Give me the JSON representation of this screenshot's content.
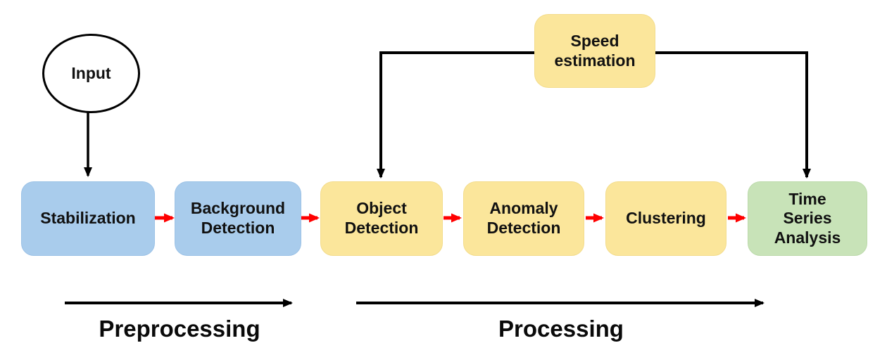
{
  "diagram": {
    "nodes": {
      "input": {
        "label": "Input",
        "shape": "ellipse",
        "fill": "#FFFFFF"
      },
      "stabilization": {
        "label": "Stabilization",
        "fill": "#A9CCEC"
      },
      "background_detection": {
        "label": "Background Detection",
        "lines": [
          "Background",
          "Detection"
        ],
        "fill": "#A9CCEC"
      },
      "object_detection": {
        "label": "Object Detection",
        "lines": [
          "Object",
          "Detection"
        ],
        "fill": "#FBE69B"
      },
      "anomaly_detection": {
        "label": "Anomaly Detection",
        "lines": [
          "Anomaly",
          "Detection"
        ],
        "fill": "#FBE69B"
      },
      "clustering": {
        "label": "Clustering",
        "fill": "#FBE69B"
      },
      "time_series_analysis": {
        "label": "Time Series Analysis",
        "lines": [
          "Time",
          "Series",
          "Analysis"
        ],
        "fill": "#C8E3B8"
      },
      "speed_estimation": {
        "label": "Speed estimation",
        "lines": [
          "Speed",
          "estimation"
        ],
        "fill": "#FBE69B"
      }
    },
    "stage_labels": {
      "preprocessing": "Preprocessing",
      "processing": "Processing"
    },
    "edges": [
      "Input -> Stabilization",
      "Stabilization -> Background Detection",
      "Background Detection -> Object Detection",
      "Object Detection -> Anomaly Detection",
      "Anomaly Detection -> Clustering",
      "Clustering -> Time Series Analysis",
      "Speed estimation -> Object Detection",
      "Speed estimation -> Time Series Analysis"
    ],
    "colors": {
      "flow_arrow": "#FF0000",
      "connector": "#000000",
      "preprocessing_fill": "#A9CCEC",
      "processing_fill": "#FBE69B",
      "output_fill": "#C8E3B8",
      "background": "#FFFFFF"
    }
  }
}
